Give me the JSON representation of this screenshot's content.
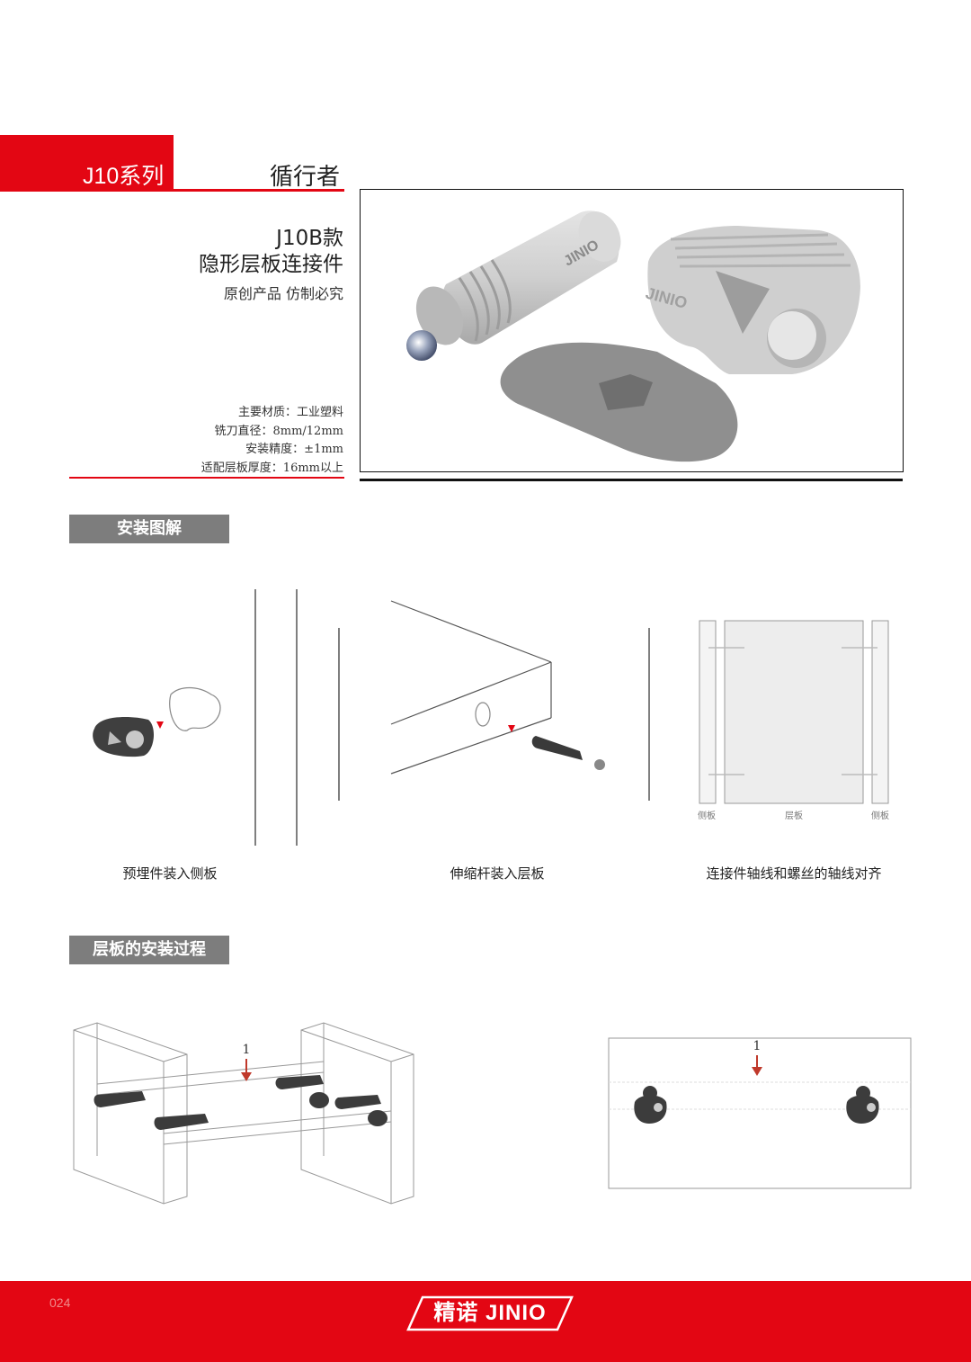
{
  "header": {
    "series": "J10系列",
    "title": "循行者"
  },
  "product": {
    "model": "J10B款",
    "name": "隐形层板连接件",
    "tagline": "原创产品 仿制必究",
    "specs": [
      "主要材质：工业塑料",
      "铣刀直径：8mm/12mm",
      "安装精度：±1mm",
      "适配层板厚度：16mm以上"
    ],
    "brand_mark": "JINIO"
  },
  "install_section": {
    "title": "安装图解",
    "steps": [
      {
        "caption": "预埋件装入侧板"
      },
      {
        "caption": "伸缩杆装入层板"
      },
      {
        "caption": "连接件轴线和螺丝的轴线对齐",
        "labels": [
          "侧板",
          "层板",
          "侧板"
        ]
      }
    ]
  },
  "process_section": {
    "title": "层板的安装过程",
    "arrow_label": "1"
  },
  "footer": {
    "page_number": "024",
    "logo": "精诺 JINIO"
  },
  "colors": {
    "brand_red": "#e30613",
    "section_gray": "#7d7d7d",
    "part_gray": "#c8c8c8"
  }
}
